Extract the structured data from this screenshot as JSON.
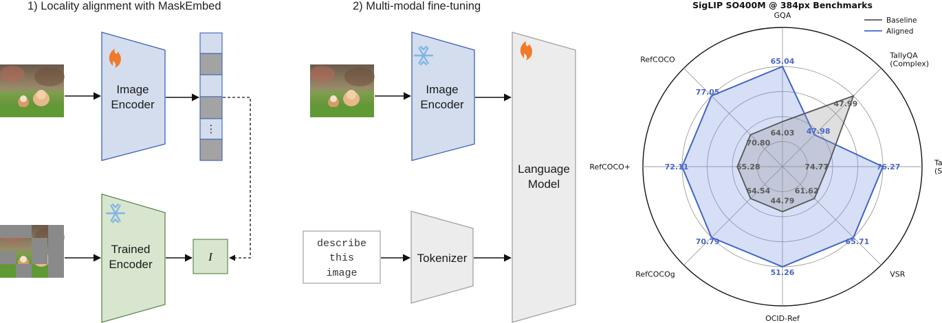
{
  "panels": {
    "alignment_title": "1) Locality alignment with MaskEmbed",
    "finetune_title": "2) Multi-modal fine-tuning",
    "image_encoder": [
      "Image",
      "Encoder"
    ],
    "trained_encoder": [
      "Trained",
      "Encoder"
    ],
    "language_model": [
      "Language",
      "Model"
    ],
    "tokenizer": "Tokenizer",
    "prompt_text": [
      "describe",
      "this",
      "image"
    ],
    "token_dots": "⋮",
    "identity_symbol": "I"
  },
  "icons": {
    "trainable": "fire-icon",
    "frozen": "snowflake-icon"
  },
  "colors": {
    "encoder_fill": "#d3ddee",
    "encoder_stroke": "#3a60b5",
    "trained_fill": "#d8e6cf",
    "trained_stroke": "#5a8a4a",
    "gray_fill": "#e9e9e9",
    "gray_stroke": "#a0a0a0",
    "fire": "#f07a2a",
    "snow": "#7fb5e6",
    "baseline": "#555555",
    "aligned": "#3f64c8"
  },
  "chart_data": {
    "type": "radar",
    "title": "SigLIP SO400M @ 384px Benchmarks",
    "legend_position": "top-right",
    "axes": [
      "GQA",
      "TallyQA\n(Complex)",
      "TallyQA\n(Simple)",
      "VSR",
      "OCID-Ref",
      "RefCOCOg",
      "RefCOCO+",
      "RefCOCO"
    ],
    "series": [
      {
        "name": "Baseline",
        "values": [
          64.03,
          47.99,
          74.77,
          61.62,
          44.79,
          64.54,
          65.28,
          70.8
        ]
      },
      {
        "name": "Aligned",
        "values": [
          65.04,
          47.98,
          76.27,
          65.71,
          51.26,
          70.79,
          72.11,
          77.05
        ]
      }
    ],
    "grid": true,
    "rings": 4
  }
}
